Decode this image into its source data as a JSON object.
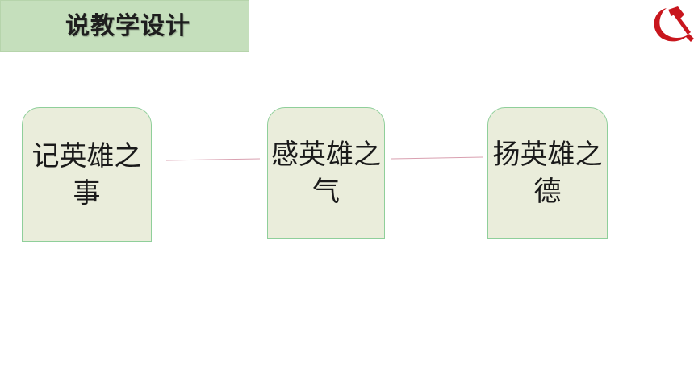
{
  "header": {
    "title": "说教学设计"
  },
  "colors": {
    "title_bg": "#c5dfbc",
    "node_bg": "#eaeddb",
    "node_border": "#8fcf9a",
    "connector": "#d9a0b0",
    "emblem": "#c8161d"
  },
  "icons": {
    "emblem": "hammer-sickle-icon"
  },
  "diagram": {
    "nodes": [
      {
        "label": "记英雄之事"
      },
      {
        "label": "感英雄之气"
      },
      {
        "label": "扬英雄之德"
      }
    ]
  }
}
